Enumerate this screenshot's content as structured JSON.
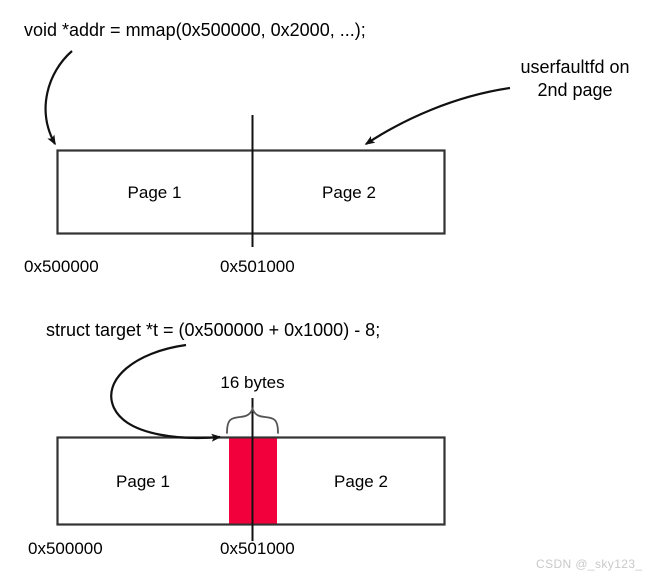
{
  "figure": {
    "title": "userfaultfd mmap two-page layout diagram",
    "watermark": "CSDN @_sky123_",
    "colors": {
      "stroke": "#333333",
      "highlight": "#F2003C",
      "text": "#000000",
      "watermark": "#c9c9c9",
      "background": "#ffffff"
    }
  },
  "top_diagram": {
    "code_label": "void *addr = mmap(0x500000, 0x2000, ...);",
    "annotation": {
      "line1": "userfaultfd on",
      "line2": "2nd page"
    },
    "pages": [
      {
        "label": "Page 1"
      },
      {
        "label": "Page 2"
      }
    ],
    "addresses": [
      {
        "value": "0x500000"
      },
      {
        "value": "0x501000"
      }
    ]
  },
  "bottom_diagram": {
    "code_label": "struct target *t = (0x500000 + 0x1000) - 8;",
    "size_label": "16 bytes",
    "pages": [
      {
        "label": "Page 1"
      },
      {
        "label": "Page 2"
      }
    ],
    "addresses": [
      {
        "value": "0x500000"
      },
      {
        "value": "0x501000"
      }
    ]
  }
}
